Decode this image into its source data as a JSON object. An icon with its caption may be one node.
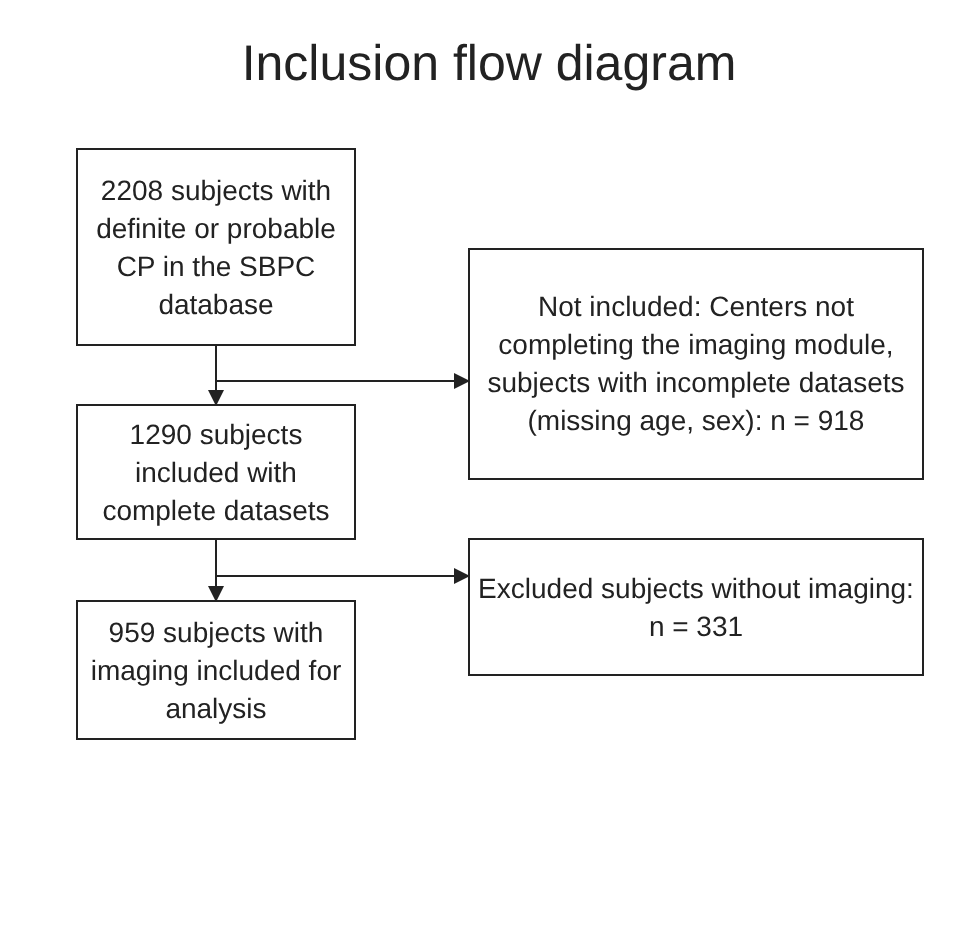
{
  "diagram": {
    "title": "Inclusion flow diagram",
    "nodes": [
      {
        "text": [
          "2208 subjects with definite or probable CP in the SBPC database"
        ]
      },
      {
        "text": [
          "Not included: Centers not completing the imaging module, subjects with incomplete datasets (missing age, sex): n = 918"
        ]
      },
      {
        "text": [
          "1290 subjects included with complete datasets"
        ]
      },
      {
        "text": [
          "Excluded subjects without imaging: n = 331"
        ]
      },
      {
        "text": [
          "959 subjects with imaging included for analysis"
        ]
      }
    ],
    "edges": [
      {
        "from": 0,
        "to": 2,
        "arrow": "to"
      },
      {
        "from": 0,
        "to": 1,
        "arrow": "to"
      },
      {
        "from": 2,
        "to": 4,
        "arrow": "to"
      },
      {
        "from": 2,
        "to": 3,
        "arrow": "to"
      }
    ]
  }
}
